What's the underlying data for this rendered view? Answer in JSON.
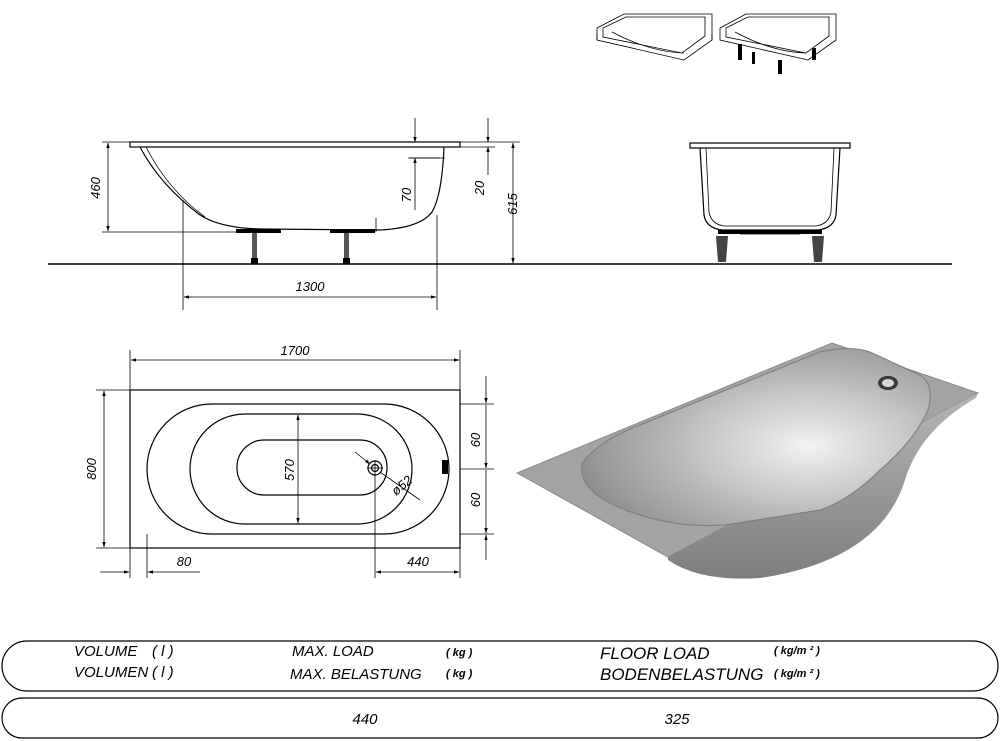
{
  "dimensions": {
    "side_height": "460",
    "rim_depth": "70",
    "rim_thickness": "20",
    "total_height": "615",
    "base_length": "1300",
    "total_length": "1700",
    "total_width": "800",
    "inner_width": "570",
    "offset_top": "60",
    "offset_bottom": "60",
    "drain_diameter": "ø52",
    "left_offset": "80",
    "drain_offset": "440"
  },
  "table": {
    "volume": "VOLUME",
    "volume_unit": "( l )",
    "volumen": "VOLUMEN",
    "volumen_unit": "( l )",
    "max_load": "MAX.  LOAD",
    "max_load_unit": "( kg )",
    "max_belastung": "MAX.  BELASTUNG",
    "max_belastung_unit": "( kg )",
    "floor_load": "FLOOR  LOAD",
    "floor_load_unit": "( kg/m ² )",
    "bodenbelastung": "BODENBELASTUNG",
    "bodenbelastung_unit": "( kg/m ² )",
    "volume_value": "440",
    "floor_load_value": "325"
  },
  "colors": {
    "tub_surface": "#9a9a9a",
    "tub_inner": "#d0d0d0",
    "line": "#000000"
  }
}
